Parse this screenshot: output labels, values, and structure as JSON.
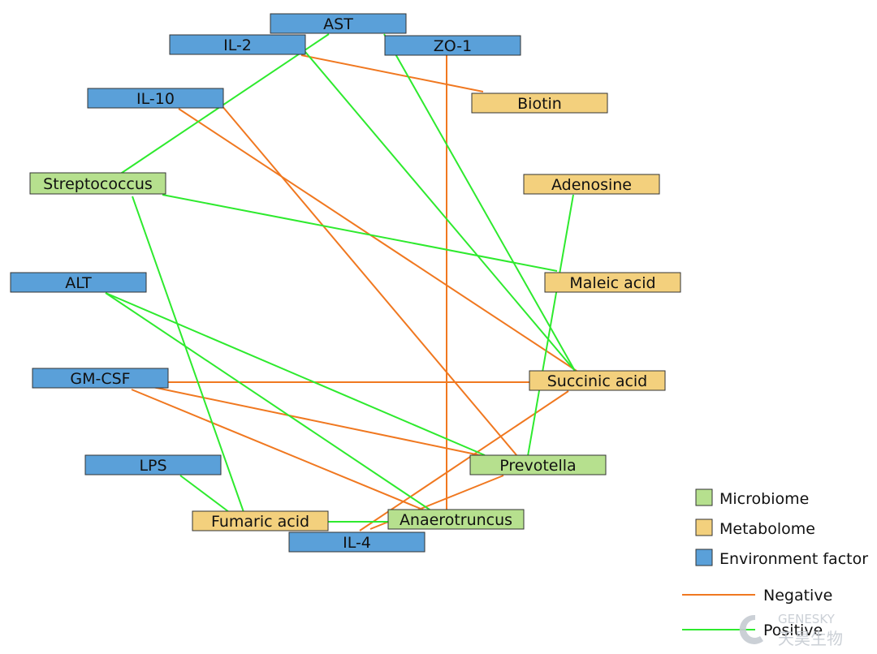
{
  "categories": {
    "microbiome": {
      "label": "Microbiome",
      "color": "#b6e08e"
    },
    "metabolome": {
      "label": "Metabolome",
      "color": "#f3d07d"
    },
    "environment": {
      "label": "Environment factor",
      "color": "#5aa0d9"
    }
  },
  "edge_types": {
    "negative": {
      "label": "Negative",
      "color": "#f07820"
    },
    "positive": {
      "label": "Positive",
      "color": "#2eea2e"
    }
  },
  "nodes": [
    {
      "id": "AST",
      "label": "AST",
      "category": "environment"
    },
    {
      "id": "IL-2",
      "label": "IL-2",
      "category": "environment"
    },
    {
      "id": "ZO-1",
      "label": "ZO-1",
      "category": "environment"
    },
    {
      "id": "IL-10",
      "label": "IL-10",
      "category": "environment"
    },
    {
      "id": "Biotin",
      "label": "Biotin",
      "category": "metabolome"
    },
    {
      "id": "Streptococcus",
      "label": "Streptococcus",
      "category": "microbiome"
    },
    {
      "id": "Adenosine",
      "label": "Adenosine",
      "category": "metabolome"
    },
    {
      "id": "ALT",
      "label": "ALT",
      "category": "environment"
    },
    {
      "id": "Maleic acid",
      "label": "Maleic acid",
      "category": "metabolome"
    },
    {
      "id": "GM-CSF",
      "label": "GM-CSF",
      "category": "environment"
    },
    {
      "id": "Succinic acid",
      "label": "Succinic acid",
      "category": "metabolome"
    },
    {
      "id": "LPS",
      "label": "LPS",
      "category": "environment"
    },
    {
      "id": "Prevotella",
      "label": "Prevotella",
      "category": "microbiome"
    },
    {
      "id": "Fumaric acid",
      "label": "Fumaric acid",
      "category": "metabolome"
    },
    {
      "id": "Anaerotruncus",
      "label": "Anaerotruncus",
      "category": "microbiome"
    },
    {
      "id": "IL-4",
      "label": "IL-4",
      "category": "environment"
    }
  ],
  "edges": [
    {
      "from": "IL-2",
      "to": "Biotin",
      "type": "negative"
    },
    {
      "from": "ZO-1",
      "to": "Anaerotruncus",
      "type": "negative"
    },
    {
      "from": "IL-10",
      "to": "Succinic acid",
      "type": "negative"
    },
    {
      "from": "IL-10",
      "to": "Prevotella",
      "type": "negative"
    },
    {
      "from": "GM-CSF",
      "to": "Succinic acid",
      "type": "negative"
    },
    {
      "from": "GM-CSF",
      "to": "Prevotella",
      "type": "negative"
    },
    {
      "from": "GM-CSF",
      "to": "Anaerotruncus",
      "type": "negative"
    },
    {
      "from": "Succinic acid",
      "to": "IL-4",
      "type": "negative"
    },
    {
      "from": "Prevotella",
      "to": "IL-4",
      "type": "negative"
    },
    {
      "from": "AST",
      "to": "Streptococcus",
      "type": "positive"
    },
    {
      "from": "AST",
      "to": "Succinic acid",
      "type": "positive"
    },
    {
      "from": "IL-2",
      "to": "Succinic acid",
      "type": "positive"
    },
    {
      "from": "Streptococcus",
      "to": "Maleic acid",
      "type": "positive"
    },
    {
      "from": "Streptococcus",
      "to": "Fumaric acid",
      "type": "positive"
    },
    {
      "from": "Adenosine",
      "to": "Prevotella",
      "type": "positive"
    },
    {
      "from": "ALT",
      "to": "Prevotella",
      "type": "positive"
    },
    {
      "from": "ALT",
      "to": "Anaerotruncus",
      "type": "positive"
    },
    {
      "from": "LPS",
      "to": "Fumaric acid",
      "type": "positive"
    },
    {
      "from": "Fumaric acid",
      "to": "Anaerotruncus",
      "type": "positive"
    }
  ],
  "legend": {
    "node_items": [
      "microbiome",
      "metabolome",
      "environment"
    ],
    "edge_items": [
      "negative",
      "positive"
    ]
  },
  "watermark": {
    "brand": "GENESKY",
    "chinese": "天昊生物"
  }
}
